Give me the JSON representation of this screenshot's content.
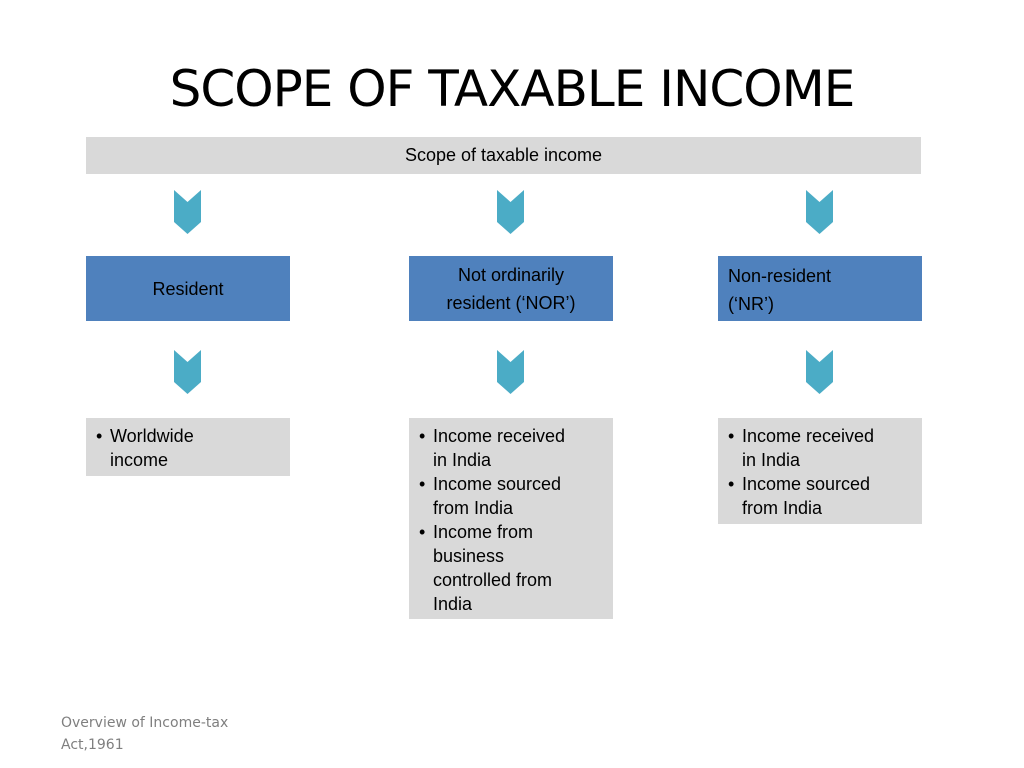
{
  "title": "SCOPE OF TAXABLE INCOME",
  "top_box": "Scope of taxable income",
  "categories": [
    {
      "label_line1": "Resident",
      "label_line2": "",
      "items": [
        "Worldwide income"
      ]
    },
    {
      "label_line1": "Not ordinarily",
      "label_line2": "resident (‘NOR’)",
      "items": [
        "Income received in India",
        "Income sourced from India",
        "Income from business controlled from India"
      ]
    },
    {
      "label_line1": "Non-resident",
      "label_line2": "(‘NR’)",
      "items": [
        "Income received in India",
        "Income sourced from India"
      ]
    }
  ],
  "footer_line1": "Overview of Income-tax",
  "footer_line2": "Act,1961",
  "colors": {
    "category_fill": "#4f81bd",
    "chevron": "#4bacc6",
    "box_fill": "#d9d9d9"
  },
  "icons": {
    "chevron": "chevron-down-icon"
  }
}
